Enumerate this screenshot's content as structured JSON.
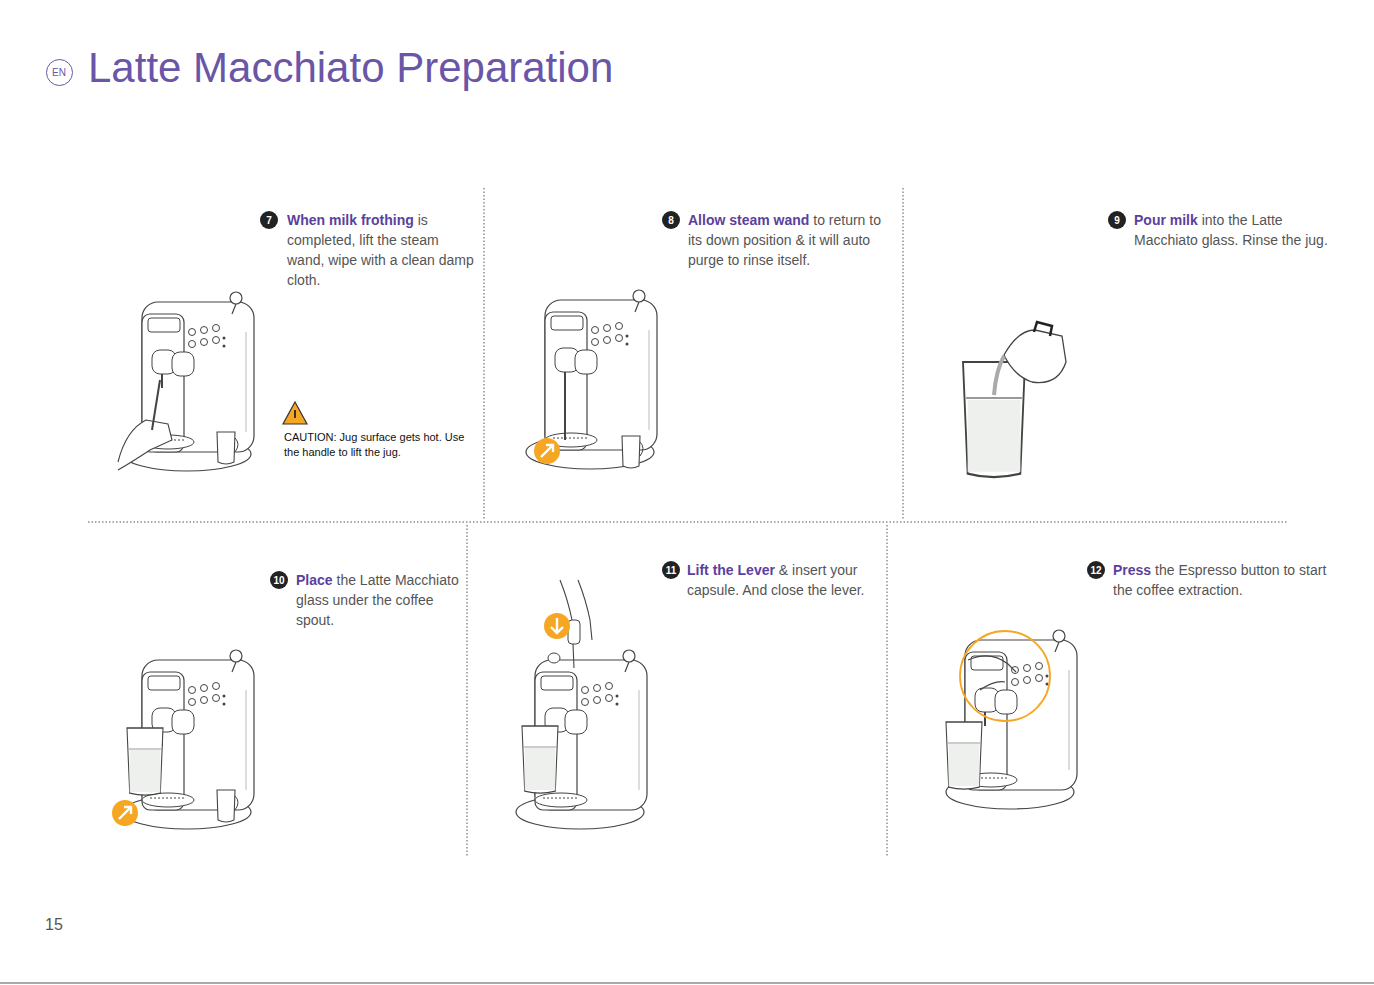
{
  "diagram": {
    "title": "Latte Macchiato Preparation",
    "nodes": [
      {
        "text": [
          "EN"
        ]
      },
      {
        "text": [
          "7"
        ]
      },
      {
        "text": [
          "8"
        ]
      },
      {
        "text": [
          "9"
        ]
      },
      {
        "text": [
          "10"
        ]
      },
      {
        "text": [
          "11"
        ]
      },
      {
        "text": [
          "12"
        ]
      }
    ],
    "labels": [
      "When milk frothing",
      "is completed, lift the steam wand, wipe with a clean damp cloth.",
      "CAUTION: Jug surface gets hot. Use the handle to lift the jug.",
      "Allow steam wand",
      "to return to its down position & it will auto purge to rinse itself.",
      "Pour milk",
      "into the Latte Macchiato glass. Rinse the jug.",
      "Place",
      "the Latte Macchiato glass under the coffee spout.",
      "Lift the Lever",
      "& insert your capsule. And close the lever.",
      "Press",
      "the Espresso button to start the coffee extraction.",
      "15"
    ]
  }
}
